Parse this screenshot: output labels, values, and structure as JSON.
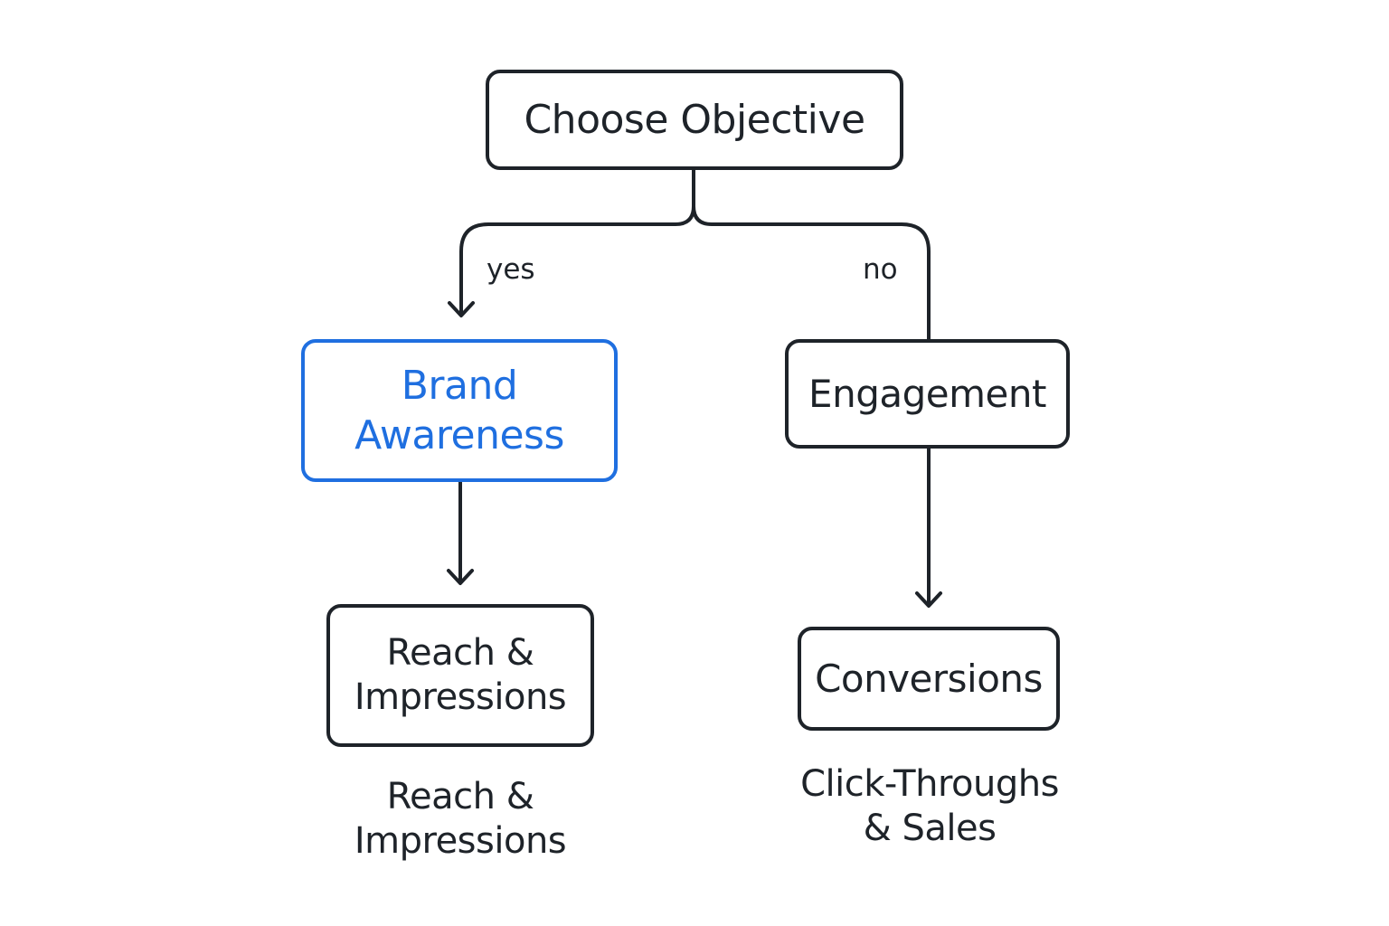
{
  "diagram": {
    "colors": {
      "stroke": "#1e2329",
      "highlight": "#1f6fe0",
      "background": "#ffffff"
    },
    "nodes": {
      "root": {
        "label": "Choose Objective"
      },
      "brand_awareness": {
        "label": "Brand\nAwareness",
        "highlighted": true
      },
      "engagement": {
        "label": "Engagement"
      },
      "reach_impressions": {
        "label": "Reach &\nImpressions"
      },
      "conversions": {
        "label": "Conversions"
      }
    },
    "edge_labels": {
      "yes": "yes",
      "no": "no"
    },
    "captions": {
      "left": "Reach &\nImpressions",
      "right": "Click-Throughs\n& Sales"
    }
  }
}
